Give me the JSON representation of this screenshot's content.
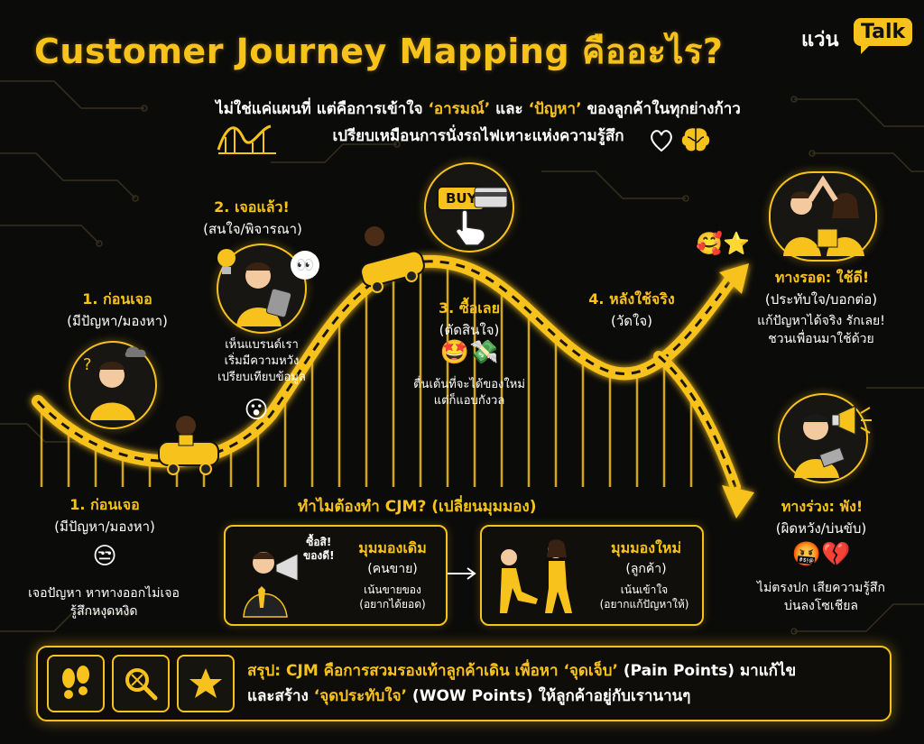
{
  "header": {
    "title": "Customer Journey Mapping คืออะไร?",
    "logo_thai": "แว่น",
    "logo_talk": "Talk"
  },
  "subtitle": {
    "line1_a": "ไม่ใช่แค่แผนที่ แต่คือการเข้าใจ ",
    "line1_emotion": "‘อารมณ์’",
    "line1_b": " และ ",
    "line1_problem": "‘ปัญหา’",
    "line1_c": " ของลูกค้าในทุกย่างก้าว",
    "line2": "เปรียบเหมือนการนั่งรถไฟเหาะแห่งความรู้สึก"
  },
  "stages": {
    "before_top": {
      "title": "1. ก่อนเจอ",
      "sub": "(มีปัญหา/มองหา)"
    },
    "found": {
      "title": "2. เจอแล้ว!",
      "sub": "(สนใจ/พิจารณา)",
      "desc1": "เห็นแบรนด์เรา",
      "desc2": "เริ่มมีความหวัง",
      "desc3": "เปรียบเทียบข้อมูล",
      "emoji": "😮"
    },
    "buy": {
      "title": "3. ซื้อเลย",
      "sub": "(ตัดสินใจ)",
      "emoji": "🤩💸",
      "desc1": "ตื่นเต้นที่จะได้ของใหม่",
      "desc2": "แต่ก็แอบกังวล",
      "buy_label": "BUY"
    },
    "after": {
      "title": "4. หลังใช้จริง",
      "sub": "(วัดใจ)"
    },
    "good": {
      "title": "ทางรอด: ใช้ดี!",
      "sub": "(ประทับใจ/บอกต่อ)",
      "desc1": "แก้ปัญหาได้จริง รักเลย!",
      "desc2": "ชวนเพื่อนมาใช้ด้วย",
      "emoji": "🥰⭐"
    },
    "bad": {
      "title": "ทางร่วง: พัง!",
      "sub": "(ผิดหวัง/บ่นขับ)",
      "emoji": "🤬💔",
      "desc1": "ไม่ตรงปก เสียความรู้สึก",
      "desc2": "บ่นลงโซเชียล"
    },
    "before_bottom": {
      "title": "1. ก่อนเจอ",
      "sub": "(มีปัญหา/มองหา)",
      "emoji": "😒",
      "desc1": "เจอปัญหา หาทางออกไม่เจอ",
      "desc2": "รู้สึกหงุดหงิด"
    }
  },
  "why": {
    "title": "ทำไมต้องทำ CJM? (เปลี่ยนมุมมอง)",
    "old": {
      "speech1": "ซื้อสิ!",
      "speech2": "ของดี!",
      "title": "มุมมองเดิม",
      "sub": "(คนขาย)",
      "desc1": "เน้นขายของ",
      "desc2": "(อยากได้ยอด)"
    },
    "new": {
      "title": "มุมมองใหม่",
      "sub": "(ลูกค้า)",
      "desc1": "เน้นเข้าใจ",
      "desc2": "(อยากแก้ปัญหาให้)"
    }
  },
  "summary": {
    "prefix": "สรุป: CJM คือการสวมรองเท้าลูกค้าเดิน เพื่อหา ",
    "pain": "‘จุดเจ็บ’",
    "pain_en": " (Pain Points) มาแก้ไข",
    "line2_a": "และสร้าง ",
    "wow": "‘จุดประทับใจ’",
    "line2_b": " (WOW Points) ให้ลูกค้าอยู่กับเรานานๆ"
  },
  "colors": {
    "accent": "#f7c21c",
    "background": "#0b0b0a",
    "text": "#ffffff",
    "heart_red": "#d92b2b"
  },
  "icons": [
    "roller-coaster-icon",
    "heart-icon",
    "brain-icon",
    "footprints-icon",
    "magnifier-icon",
    "star-icon",
    "buy-button-icon",
    "credit-card-icon",
    "megaphone-icon",
    "lightbulb-icon"
  ]
}
